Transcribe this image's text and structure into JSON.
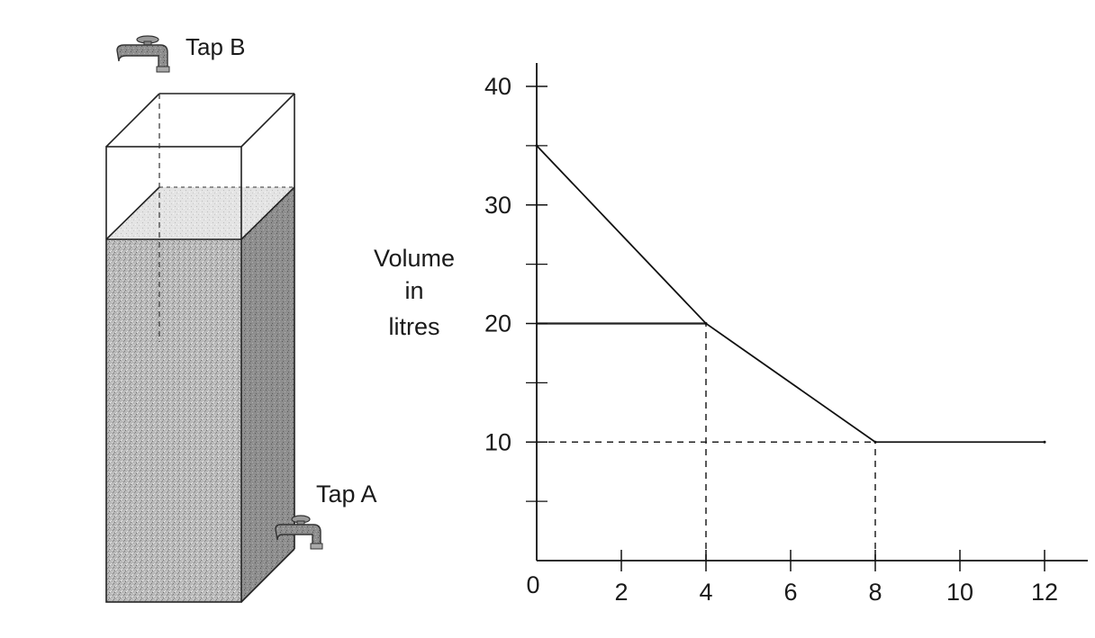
{
  "figure": {
    "tap_b_label": "Tap B",
    "tap_a_label": "Tap A"
  },
  "chart_data": {
    "type": "line",
    "xlabel": "",
    "ylabel_lines": [
      "Volume",
      "in",
      "litres"
    ],
    "xlim": [
      0,
      12
    ],
    "ylim": [
      0,
      40
    ],
    "x_ticks": [
      2,
      4,
      6,
      8,
      10,
      12
    ],
    "y_ticks": [
      10,
      20,
      30,
      40
    ],
    "y_minor_ticks": [
      5,
      15,
      25,
      35
    ],
    "origin_label": "0",
    "series": [
      {
        "points": [
          [
            0,
            35
          ],
          [
            4,
            20
          ],
          [
            8,
            10
          ],
          [
            12,
            10
          ]
        ]
      }
    ],
    "guide_lines": [
      {
        "from": [
          0,
          20
        ],
        "to": [
          4,
          20
        ],
        "style": "solid"
      },
      {
        "from": [
          4,
          0
        ],
        "to": [
          4,
          20
        ],
        "style": "dashed"
      },
      {
        "from": [
          0,
          10
        ],
        "to": [
          8,
          10
        ],
        "style": "dashed"
      },
      {
        "from": [
          8,
          0
        ],
        "to": [
          8,
          10
        ],
        "style": "dashed"
      }
    ],
    "grid": false
  }
}
